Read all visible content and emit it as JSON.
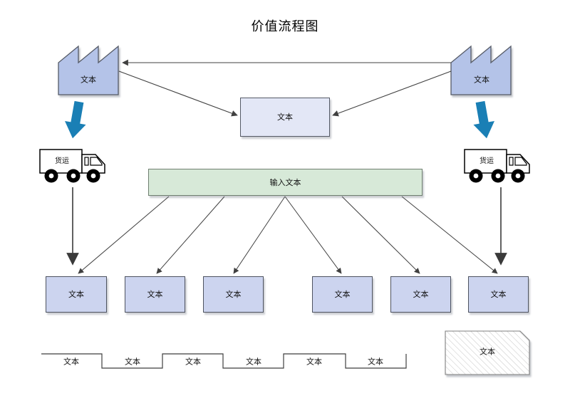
{
  "title": "价值流程图",
  "colors": {
    "factory_fill": "#b4c3e8",
    "process_box_fill": "#ccd4ef",
    "center_box_fill": "#e3e7f6",
    "input_bar_fill": "#d7e9d8",
    "transport_arrow_blue": "#1a7fb5",
    "connector_line": "#404040",
    "hatch_line": "#c9c9c9"
  },
  "factories": {
    "left": {
      "label": "文本"
    },
    "right": {
      "label": "文本"
    }
  },
  "trucks": {
    "left": {
      "label": "货运"
    },
    "right": {
      "label": "货运"
    }
  },
  "center_box": {
    "label": "文本"
  },
  "input_bar": {
    "label": "输入文本"
  },
  "process_boxes": [
    {
      "label": "文本"
    },
    {
      "label": "文本"
    },
    {
      "label": "文本"
    },
    {
      "label": "文本"
    },
    {
      "label": "文本"
    },
    {
      "label": "文本"
    }
  ],
  "timeline": {
    "segments": [
      {
        "label": "文本"
      },
      {
        "label": "文本"
      },
      {
        "label": "文本"
      },
      {
        "label": "文本"
      },
      {
        "label": "文本"
      },
      {
        "label": "文本"
      }
    ]
  },
  "note_box": {
    "label": "文本"
  }
}
